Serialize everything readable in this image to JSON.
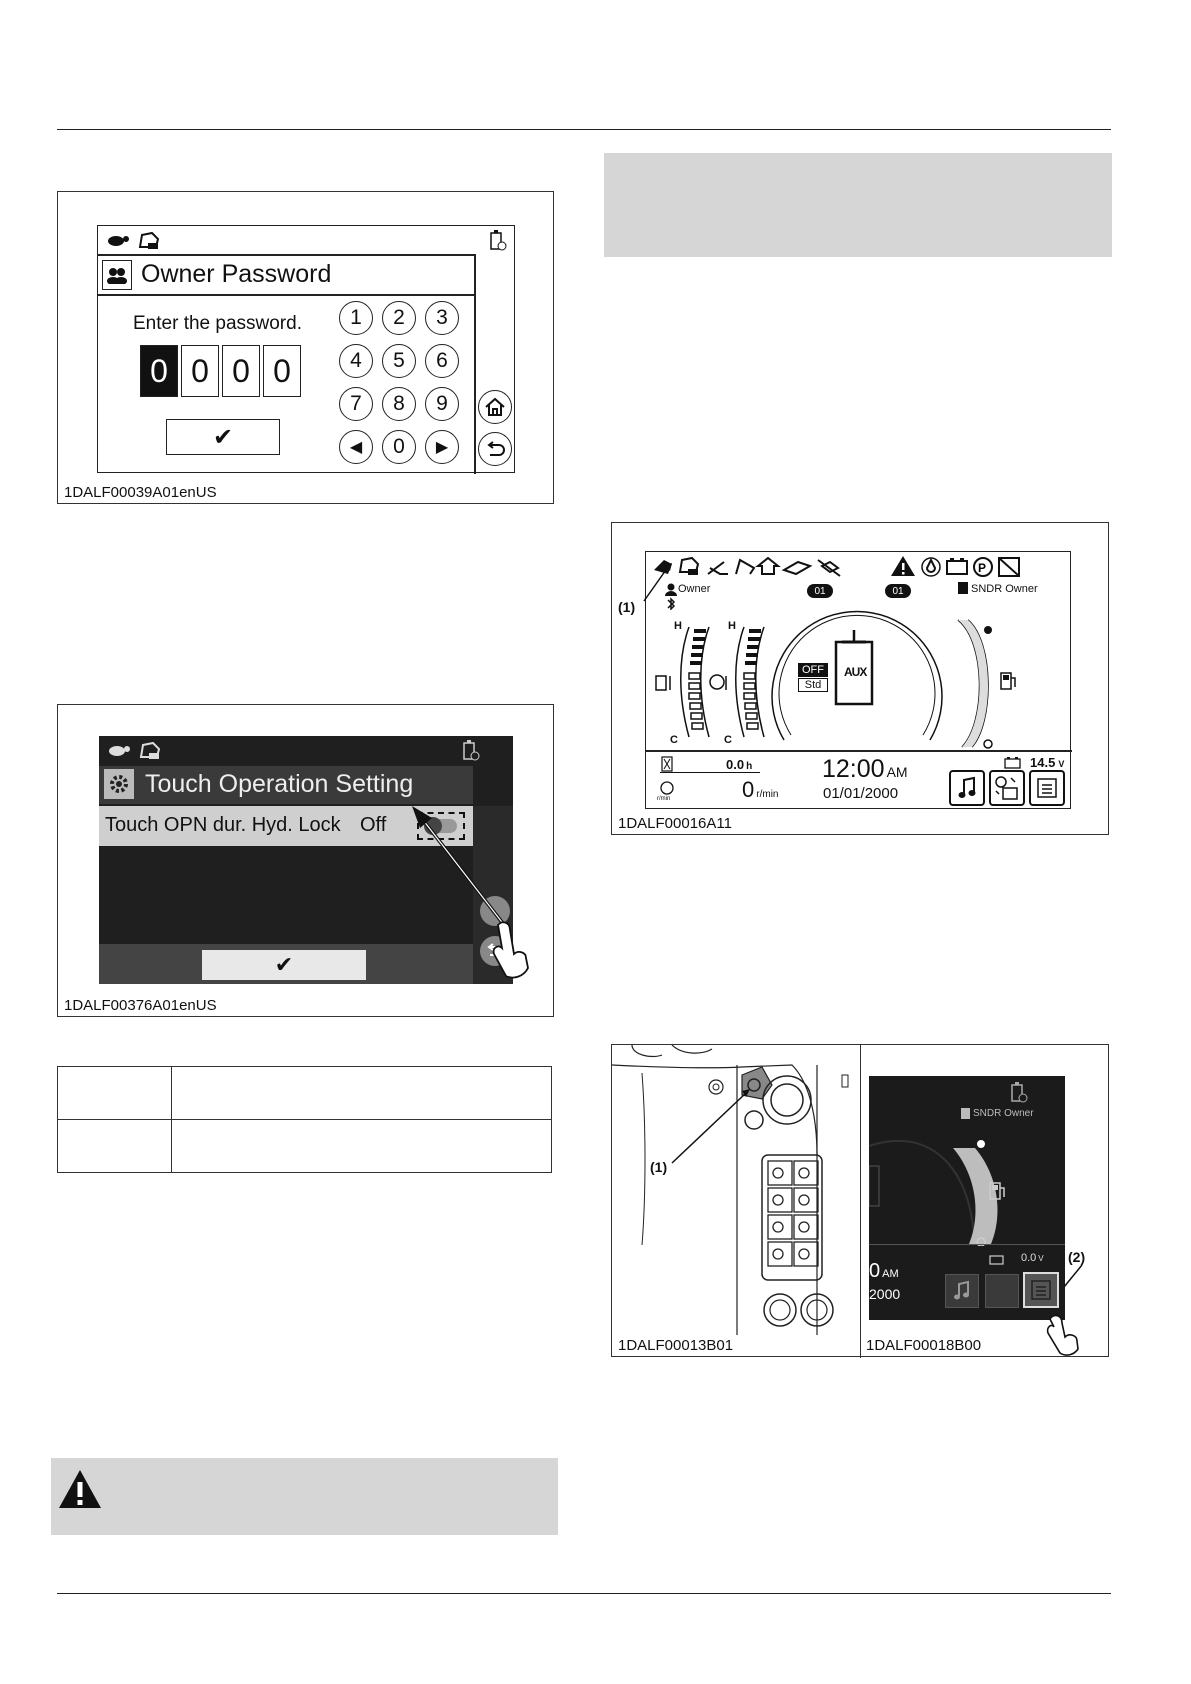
{
  "figure1": {
    "title": "Owner Password",
    "prompt": "Enter the password.",
    "digits": [
      "0",
      "0",
      "0",
      "0"
    ],
    "keypad": [
      "1",
      "2",
      "3",
      "4",
      "5",
      "6",
      "7",
      "8",
      "9",
      "◀",
      "0",
      "▶"
    ],
    "confirm": "✔",
    "caption": "1DALF00039A01enUS"
  },
  "figure2": {
    "title": "Touch Operation Setting",
    "row_label": "Touch OPN dur. Hyd. Lock",
    "row_value": "Off",
    "confirm": "✔",
    "caption": "1DALF00376A01enUS"
  },
  "figure3": {
    "callout": "(1)",
    "owner": "Owner",
    "sndr_owner": "SNDR Owner",
    "badge_left": "01",
    "badge_right": "01",
    "h_left": "H",
    "h_right": "H",
    "c_left": "C",
    "c_right": "C",
    "mode_off": "OFF",
    "mode_std": "Std",
    "aux": "AUX",
    "hours": "0.0",
    "hours_unit": "h",
    "rpm": "0",
    "rpm_unit": "r/min",
    "rpm_icon_label": "r/min",
    "time": "12:00",
    "ampm": "AM",
    "date": "01/01/2000",
    "voltage": "14.5",
    "voltage_unit": "V",
    "caption": "1DALF00016A11"
  },
  "figure4": {
    "callout1": "(1)",
    "callout2": "(2)",
    "sndr_owner": "SNDR Owner",
    "time_frag": "0",
    "ampm": "AM",
    "date_frag": "2000",
    "voltage": "0.0",
    "voltage_unit": "V",
    "caption_left": "1DALF00013B01",
    "caption_right": "1DALF00018B00"
  }
}
